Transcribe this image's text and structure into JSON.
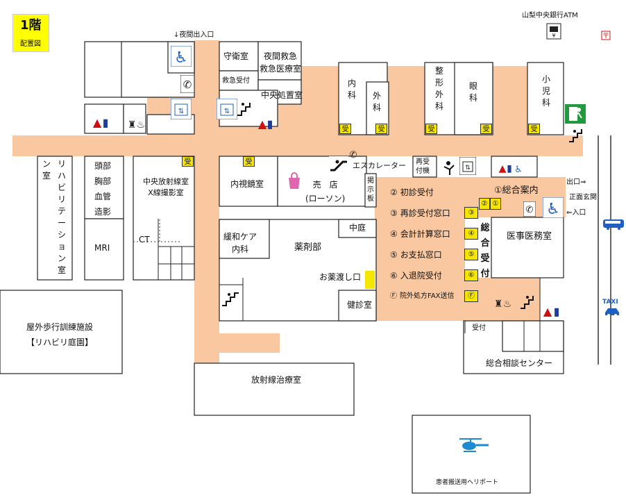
{
  "floor": {
    "label": "1階",
    "sub": "配置図"
  },
  "top": {
    "atm": "山梨中央銀行ATM",
    "night_entrance": "↓夜間出入口"
  },
  "rooms": {
    "guard": "守衛室",
    "night_emergency": "夜間救急",
    "emergency_clinic": "救急医療室",
    "emergency_reception": "救急受付",
    "central_treatment": "中央処置室",
    "internal_med": "内科",
    "surgery": "外科",
    "orthopedics": "整形外科",
    "ophthalmology": "眼科",
    "pediatrics": "小児科",
    "rehab": "リハビリテーション室",
    "angio": [
      "頭部",
      "胸部",
      "血管",
      "造影"
    ],
    "mri": "MRI",
    "ct": "CT",
    "radiology": [
      "中央放射線室",
      "X線撮影室"
    ],
    "endoscopy": "内視鏡室",
    "shop": [
      "売　店",
      "(ローソン)"
    ],
    "notice": "掲示板",
    "escalator": "エスカレーター",
    "re_reception": [
      "再受",
      "付機"
    ],
    "palliative": [
      "緩和ケア",
      "内科"
    ],
    "pharmacy": "薬剤部",
    "courtyard": "中庭",
    "medicine_window": "お薬渡し口",
    "checkup": "健診室",
    "outdoor_training": [
      "屋外歩行訓練施設",
      "【リハビリ庭園】"
    ],
    "radiotherapy": "放射線治療室",
    "medical_affairs": "医事医務室",
    "consultation": "総合相談センター",
    "consult_reception": "受付",
    "general_reception": "総合受付",
    "helipad": "患者搬送用ヘリポート"
  },
  "reception_tag": "受",
  "counters": [
    {
      "num": "②",
      "label": "初診受付"
    },
    {
      "num": "③",
      "label": "再診受付窓口"
    },
    {
      "num": "④",
      "label": "会計計算窓口"
    },
    {
      "num": "⑤",
      "label": "お支払窓口"
    },
    {
      "num": "⑥",
      "label": "入退院受付"
    },
    {
      "num": "Ⓕ",
      "label": "院外処方FAX送信"
    }
  ],
  "info_desk": "①総合案内",
  "entrance": {
    "exit": "出口⇒",
    "front": "正面玄関",
    "enter": "⇐入口"
  },
  "labels": {
    "taxi": "TAXI"
  },
  "colors": {
    "corridor": "#fac8a0",
    "room_border": "#222222",
    "yellow": "#f5e600",
    "restroom_male": "#1f3d99",
    "restroom_female": "#d01010",
    "helicopter": "#1c8ad0",
    "exit_green": "#1f9a3c"
  }
}
